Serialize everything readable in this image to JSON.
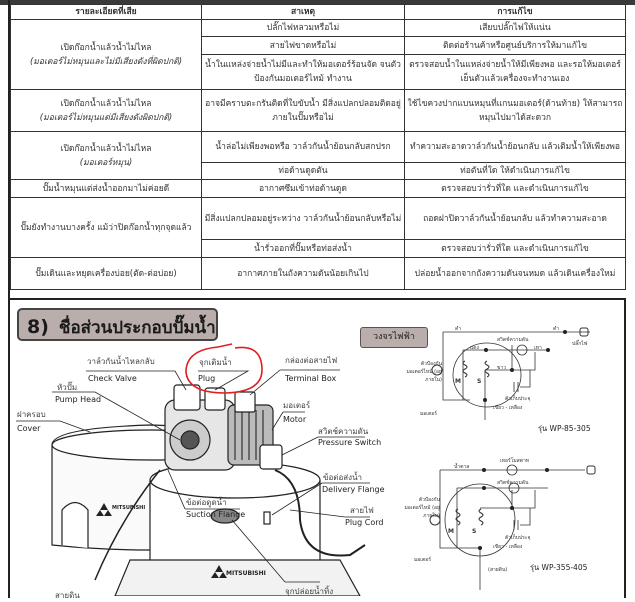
{
  "table": {
    "headers": [
      "รายละเอียดที่เสีย",
      "สาเหตุ",
      "การแก้ไข"
    ],
    "rows": [
      {
        "problem": "เปิดก๊อกน้ำแล้วน้ำไม่ไหล",
        "problem_note": "(มอเตอร์ไม่หมุนและไม่มีเสียงดังที่ผิดปกติ)",
        "causes": [
          "ปลั๊กไฟหลวมหรือไม่",
          "สายไฟขาดหรือไม่",
          "น้ำในแหล่งจ่ายน้ำไม่มีและทำให้มอเตอร์ร้อนจัด จนตัวป้องกันมอเตอร์ไหม้ ทำงาน"
        ],
        "fixes": [
          "เสียบปลั๊กไฟให้แน่น",
          "ติดต่อร้านค้าหรือศูนย์บริการให้มาแก้ไข",
          "ตรวจสอบน้ำในแหล่งจ่ายน้ำให้มีเพียงพอ และรอให้มอเตอร์เย็นตัวแล้วเครื่องจะทำงานเอง"
        ]
      },
      {
        "problem": "เปิดก๊อกน้ำแล้วน้ำไม่ไหล",
        "problem_note": "(มอเตอร์ไม่หมุนแต่มีเสียงดังผิดปกติ)",
        "causes": [
          "อาจมีคราบตะกรันติดที่ใบขับน้ำ มีสิ่งแปลกปลอมติดอยู่ภายในปั๊มหรือไม่"
        ],
        "fixes": [
          "ใช้ไขควงปากแบนหมุนที่แกนมอเตอร์(ด้านท้าย) ให้สามารถหมุนไปมาได้สะดวก"
        ]
      },
      {
        "problem": "เปิดก๊อกน้ำแล้วน้ำไม่ไหล",
        "problem_note": "(มอเตอร์หมุน)",
        "causes": [
          "น้ำล่อไม่เพียงพอหรือ วาล์วกันน้ำย้อนกลับสกปรก",
          "ท่อด้านดูดตัน"
        ],
        "fixes": [
          "ทำความสะอาดวาล์วกันน้ำย้อนกลับ แล้วเติมน้ำให้เพียงพอ",
          "ท่อตันที่ใด ให้ดำเนินการแก้ไข"
        ]
      },
      {
        "problem": "ปั๊มน้ำหมุนแต่ส่งน้ำออกมาไม่ค่อยดี",
        "problem_note": "",
        "causes": [
          "อากาศซึมเข้าท่อด้านดูด"
        ],
        "fixes": [
          "ตรวจสอบว่ารั่วที่ใด และดำเนินการแก้ไข"
        ]
      },
      {
        "problem": "ปั๊มยังทำงานบางครั้ง แม้ว่าปิดก๊อกน้ำทุกจุดแล้ว",
        "problem_note": "",
        "causes": [
          "มีสิ่งแปลกปลอมอยู่ระหว่าง วาล์วกันน้ำย้อนกลับหรือไม่",
          "น้ำรั่วออกที่ปั๊มหรือท่อส่งน้ำ"
        ],
        "fixes": [
          "ถอดฝาปิดวาล์วกันน้ำย้อนกลับ แล้วทำความสะอาด",
          "ตรวจสอบว่ารั่วที่ใด และดำเนินการแก้ไข"
        ]
      },
      {
        "problem": "ปั๊มเดินและหยุดเครื่องบ่อย(ตัด-ต่อบ่อย)",
        "problem_note": "",
        "causes": [
          "อากาศภายในถังความดันน้อยเกินไป"
        ],
        "fixes": [
          "ปล่อยน้ำออกจากถังความดันจนหมด แล้วเดินเครื่องใหม่"
        ]
      }
    ]
  },
  "section": {
    "number": "8)",
    "title": "ชื่อส่วนประกอบปั๊มน้ำ",
    "parts": {
      "check_valve_th": "วาล์วกันน้ำไหลกลับ",
      "check_valve_en": "Check Valve",
      "plug_th": "จุกเติมน้ำ",
      "plug_en": "Plug",
      "terminal_th": "กล่องต่อสายไฟ",
      "terminal_en": "Terminal Box",
      "pump_head_th": "หัวปั๊ม",
      "pump_head_en": "Pump Head",
      "cover_th": "ฝาครอบ",
      "cover_en": "Cover",
      "motor_th": "มอเตอร์",
      "motor_en": "Motor",
      "pressure_th": "สวิตช์ความดัน",
      "pressure_en": "Pressure Switch",
      "delivery_th": "ข้อต่อส่งน้ำ",
      "delivery_en": "Delivery Flange",
      "cord_th": "สายไฟ",
      "cord_en": "Plug Cord",
      "suction_th": "ข้อต่อดูดน้ำ",
      "suction_en": "Suction Flange",
      "drain_th": "จุกปล่อยน้ำทิ้ง",
      "ground_th": "สายดิน",
      "brand": "MITSUBISHI"
    }
  },
  "circuit": {
    "title": "วงจรไฟฟ้า",
    "model_1": "รุ่น WP-85-305",
    "model_2": "รุ่น WP-355-405",
    "labels": {
      "black": "ดำ",
      "gray": "เทา",
      "red": "แดง",
      "white": "ขาว",
      "brown": "น้ำตาล",
      "plug": "ปลั๊กไฟ",
      "pressure_switch": "สวิตช์ความดัน",
      "capacitor": "ตัวเก็บประจุ",
      "protector": "ตัวป้องกันมอเตอร์ไหม้ (อยู่ภายใน)",
      "motor": "มอเตอร์",
      "ground_color": "เขียว - เหลือง",
      "ground": "(สายดิน)",
      "thermostat": "เทอร์โมสตาท",
      "m": "M",
      "s": "S"
    }
  }
}
